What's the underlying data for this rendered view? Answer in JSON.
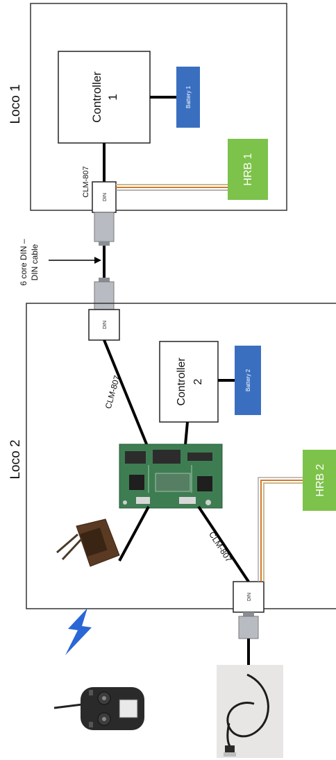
{
  "loco1": {
    "title": "Loco 1",
    "controller_line1": "Controller",
    "controller_line2": "1",
    "battery": "Battery 1",
    "hrb": "HRB 1",
    "cable_label": "CLM-807",
    "din": "DIN"
  },
  "loco2": {
    "title": "Loco 2",
    "controller_line1": "Controller",
    "controller_line2": "2",
    "battery": "Battery 2",
    "hrb": "HRB 2",
    "cable_label_upper": "CLM-807",
    "cable_label_lower": "CLM-807",
    "din_upper": "DIN",
    "din_lower": "DIN"
  },
  "link": {
    "annotation_line1": "6 core DIN –",
    "annotation_line2": "DIN cable"
  },
  "colors": {
    "battery": "#3a6fc0",
    "hrb": "#7dc24a",
    "wireless": "#2a66d6",
    "wire_orange": "#d47a2a",
    "wire_tan": "#c8b88a"
  },
  "icons": [
    "circuit-board-image",
    "receiver-image",
    "transmitter-image",
    "usb-cable-image",
    "wireless-bolt-icon"
  ]
}
